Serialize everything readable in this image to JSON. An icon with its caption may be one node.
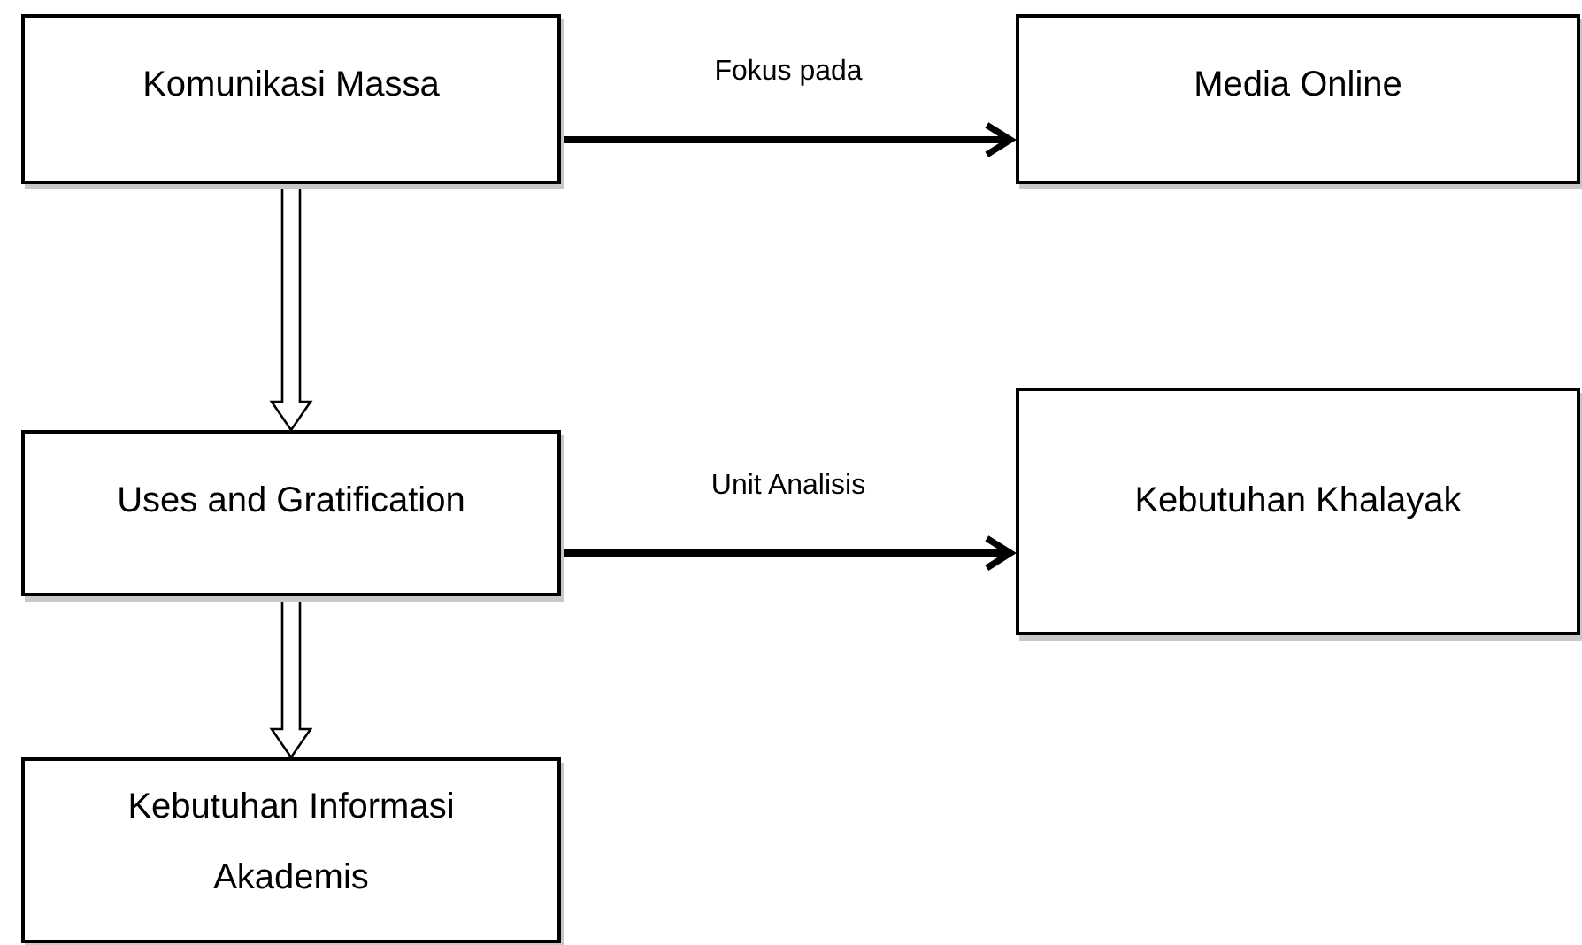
{
  "diagram": {
    "nodes": [
      {
        "text": [
          "Komunikasi Massa"
        ]
      },
      {
        "text": [
          "Media Online"
        ]
      },
      {
        "text": [
          "Uses and Gratification"
        ]
      },
      {
        "text": [
          "Kebutuhan Khalayak"
        ]
      },
      {
        "text": [
          "Kebutuhan Informasi Akademis"
        ]
      }
    ],
    "edges": [
      {
        "from": 0,
        "to": 1,
        "arrow": "to",
        "label": "Fokus pada"
      },
      {
        "from": 0,
        "to": 2,
        "arrow": "to"
      },
      {
        "from": 2,
        "to": 3,
        "arrow": "to",
        "label": "Unit Analisis"
      },
      {
        "from": 2,
        "to": 4,
        "arrow": "to"
      }
    ]
  }
}
